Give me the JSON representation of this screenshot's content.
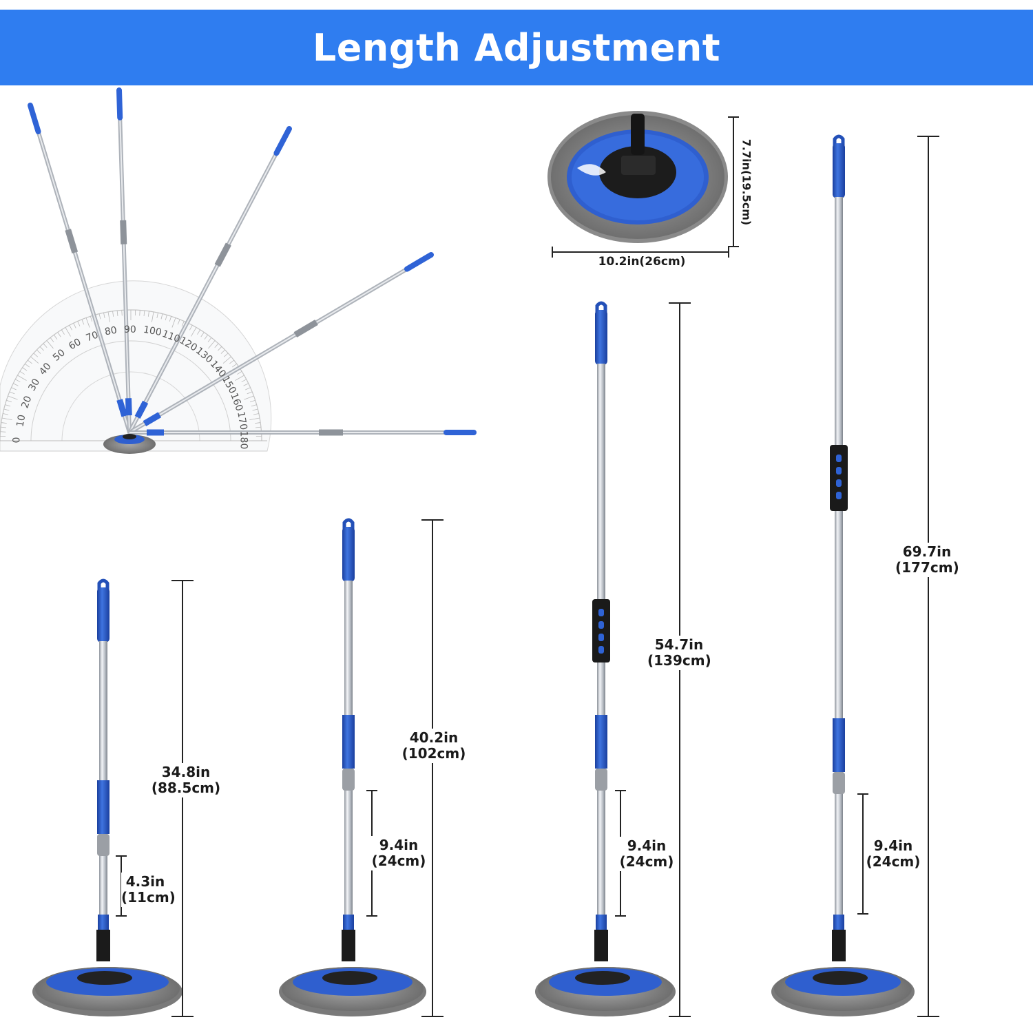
{
  "header": {
    "title": "Length Adjustment"
  },
  "pad_dimensions": {
    "width_label": "10.2in(26cm)",
    "height_label": "7.7in(19.5cm)"
  },
  "protractor": {
    "outer_numbers": [
      "0",
      "10",
      "20",
      "30",
      "40",
      "50",
      "60",
      "70",
      "80",
      "90",
      "100",
      "110",
      "120",
      "130",
      "140",
      "150",
      "160",
      "170",
      "180"
    ]
  },
  "mops": [
    {
      "total_in": "34.8in",
      "total_cm": "(88.5cm)",
      "section_in": "4.3in",
      "section_cm": "(11cm)"
    },
    {
      "total_in": "40.2in",
      "total_cm": "(102cm)",
      "section_in": "9.4in",
      "section_cm": "(24cm)"
    },
    {
      "total_in": "54.7in",
      "total_cm": "(139cm)",
      "section_in": "9.4in",
      "section_cm": "(24cm)"
    },
    {
      "total_in": "69.7in",
      "total_cm": "(177cm)",
      "section_in": "9.4in",
      "section_cm": "(24cm)"
    }
  ],
  "colors": {
    "banner": "#2f7df0",
    "handle_blue": "#2350b8",
    "steel": "#c9ced6",
    "mop_gray": "#8d8d8d",
    "pad_blue": "#3a67d6"
  }
}
